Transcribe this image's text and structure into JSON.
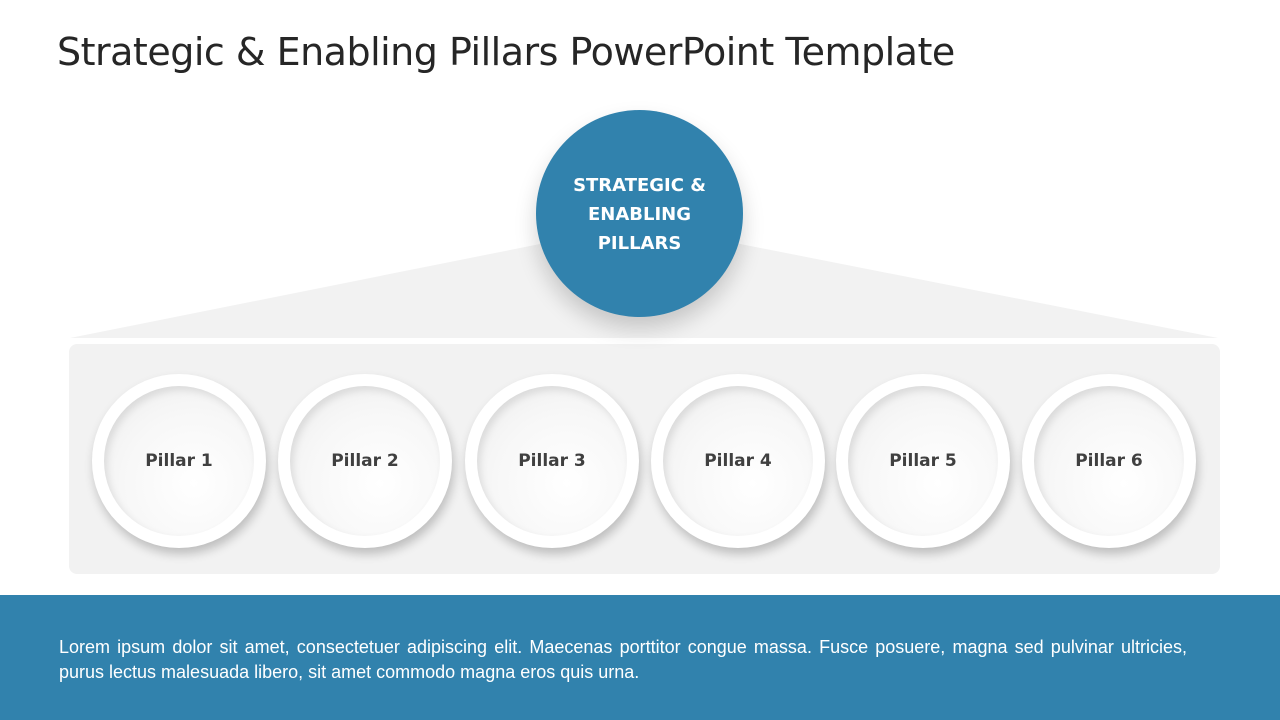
{
  "slide": {
    "title": "Strategic & Enabling Pillars PowerPoint Template"
  },
  "hub": {
    "label": "STRATEGIC &\nENABLING\nPILLARS"
  },
  "pillars": [
    {
      "label": "Pillar 1"
    },
    {
      "label": "Pillar 2"
    },
    {
      "label": "Pillar 3"
    },
    {
      "label": "Pillar 4"
    },
    {
      "label": "Pillar 5"
    },
    {
      "label": "Pillar 6"
    }
  ],
  "footer": {
    "text": "Lorem ipsum dolor sit amet, consectetuer adipiscing elit. Maecenas porttitor congue massa. Fusce posuere, magna sed pulvinar ultricies, purus lectus malesuada libero, sit amet commodo magna eros quis urna."
  },
  "colors": {
    "accent": "#3182ad",
    "tray": "#f2f2f2",
    "title_text": "#262626",
    "pillar_text": "#404040"
  }
}
